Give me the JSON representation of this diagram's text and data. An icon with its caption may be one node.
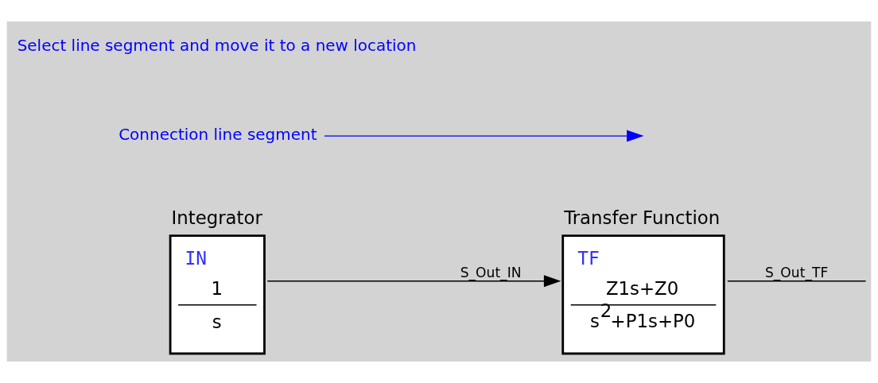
{
  "diagram": {
    "nodes": [
      {
        "text": [
          "Integrator",
          "IN",
          "1",
          "s"
        ]
      },
      {
        "text": [
          "Transfer Function",
          "TF",
          "Z1s+Z0",
          "s$^{2}$+P1s+P0"
        ]
      },
      {
        "text": [
          "Connection line segment"
        ]
      }
    ],
    "edges": [
      {
        "from": 0,
        "to": 1,
        "arrow": "to",
        "label": "S_Out_IN"
      },
      {
        "from": 1,
        "to": null,
        "arrow": "none",
        "label": "S_Out_TF"
      },
      {
        "from": 2,
        "to": null,
        "arrow": "to",
        "color": "#0000ff"
      }
    ],
    "labels": [
      "Select line segment and move it to a new location"
    ]
  }
}
